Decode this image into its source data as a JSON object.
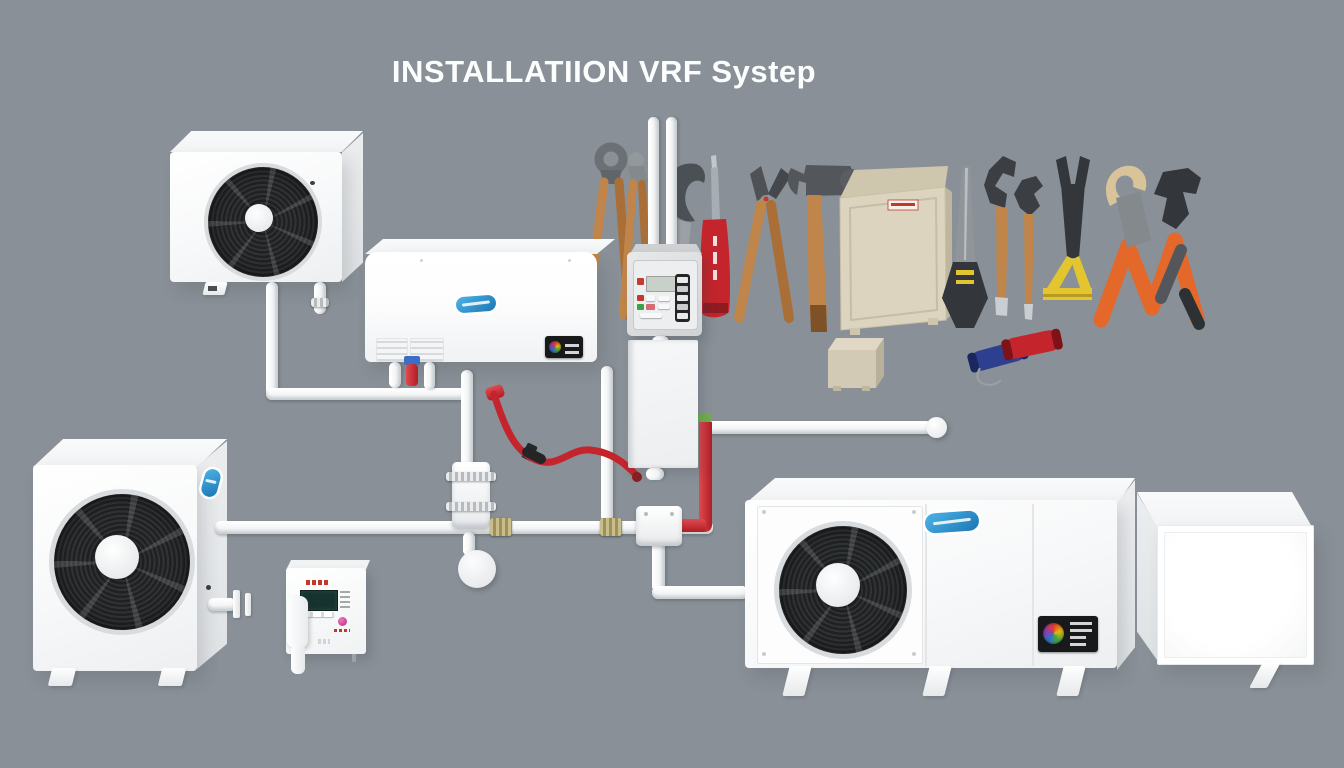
{
  "title": "INSTALLATIION VRF Systep",
  "scene": {
    "colors": {
      "bg": "#899097",
      "unit-white": "#fafbfc",
      "brand-blue": "#2a9fd8",
      "brand-blue-dark": "#1b76b4",
      "pipe-red": "#c4242b",
      "band-green": "#6fae4e",
      "wood": "#c0854b",
      "wood-dark": "#a96f36",
      "tool-orange": "#e4682a",
      "tool-yellow": "#e3c52f",
      "cabinet-beige": "#dcd4bf",
      "tool-dark": "#33363a",
      "fan-dark": "#222425"
    },
    "objects": {
      "units": [
        "outdoor-unit-small",
        "indoor-ducted-unit",
        "outdoor-unit-medium",
        "vrf-outdoor-unit-large",
        "condenser-box"
      ],
      "controls": [
        "central-controller",
        "wired-remote-controller",
        "electrical-panel-box"
      ],
      "piping": [
        "white-refrigerant-line-set",
        "red-charging-hose",
        "red-riser-pipe",
        "service-valve-tee",
        "brass-couplings",
        "pipe-end-ball"
      ],
      "tools": [
        "carpenter-pincers",
        "end-nippers",
        "hook-wrench",
        "red-screwdriver",
        "cutting-pliers",
        "claw-hammer",
        "storage-cabinet",
        "junction-box",
        "utility-knife",
        "open-end-wrench",
        "open-end-wrench-small",
        "terminal-crimper-yellow",
        "insulation-tape-blue",
        "insulation-tape-red",
        "cable-cutters-orange"
      ]
    }
  }
}
